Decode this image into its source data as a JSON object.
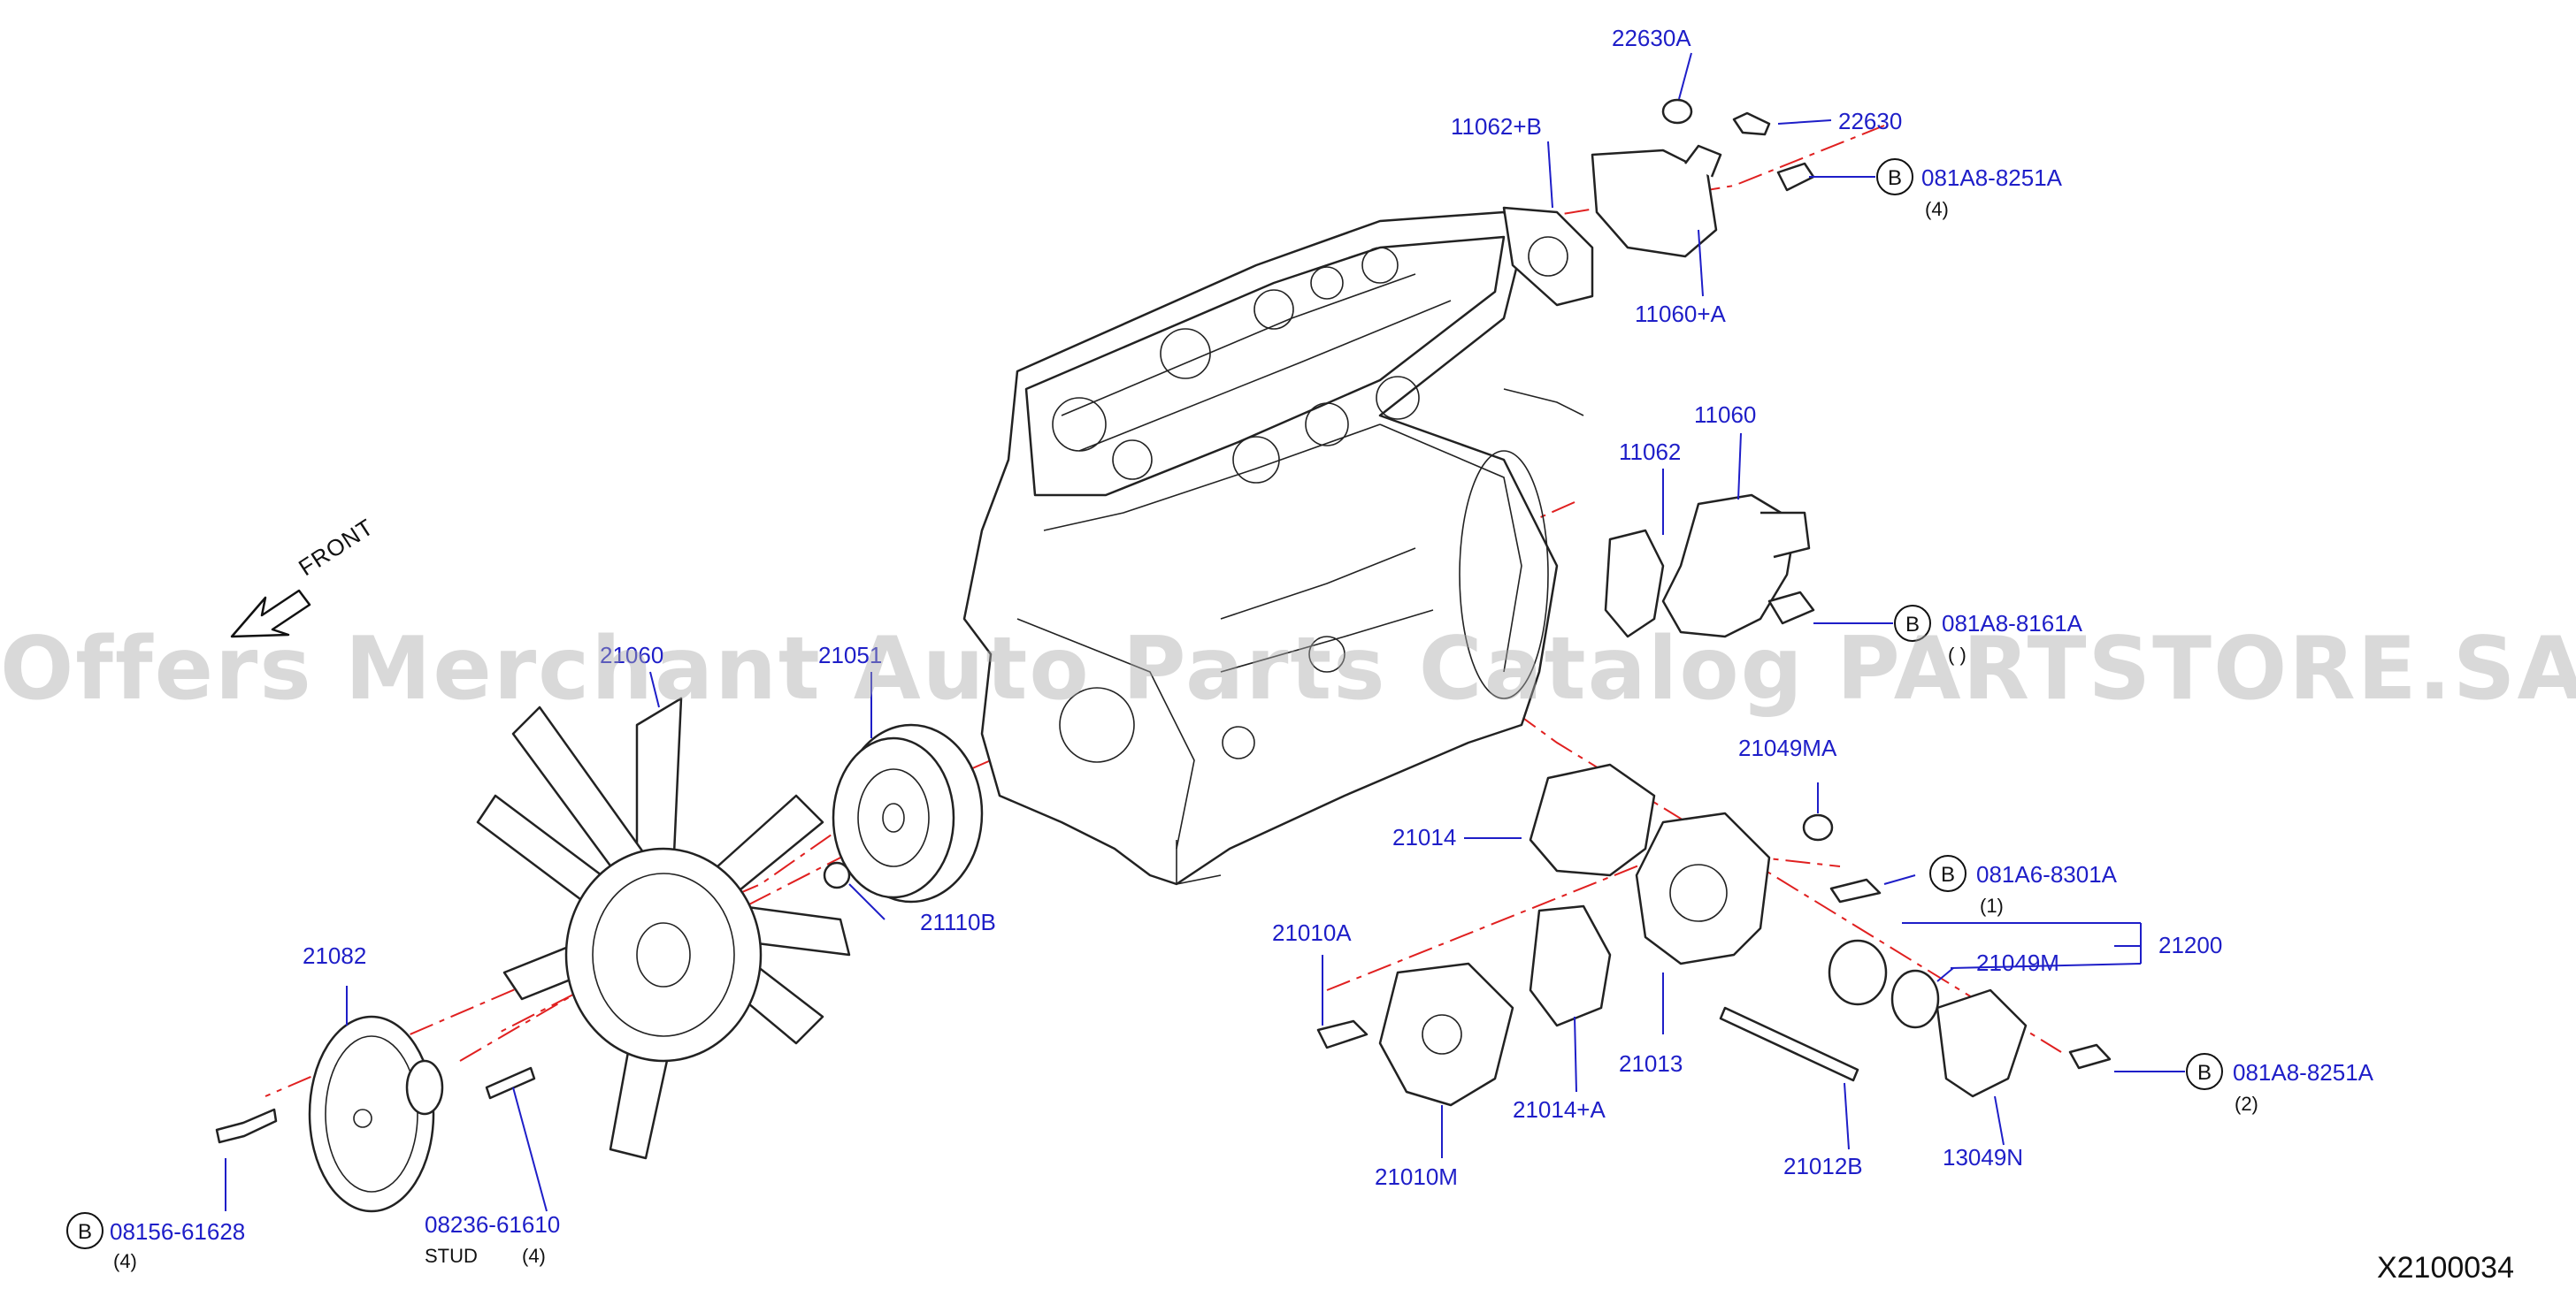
{
  "diagram": {
    "code": "X2100034",
    "watermark": "Offers Merchant Auto Parts Catalog PARTSTORE.SA",
    "front_label": "FRONT",
    "bolt_marker": "B",
    "stud_label": "STUD",
    "parts": {
      "p22630A": "22630A",
      "p22630": "22630",
      "p11062B": "11062+B",
      "p081A8_8251A_top": "081A8-8251A",
      "q081A8_8251A_top": "(4)",
      "p11060A": "11060+A",
      "p11060": "11060",
      "p11062": "11062",
      "p081A8_8161A": "081A8-8161A",
      "q081A8_8161A": "( )",
      "p21060": "21060",
      "p21051": "21051",
      "p21110B": "21110B",
      "p21049MA": "21049MA",
      "p21014": "21014",
      "p081A6_8301A": "081A6-8301A",
      "q081A6_8301A": "(1)",
      "p21200": "21200",
      "p21049M": "21049M",
      "p21010A": "21010A",
      "p21082": "21082",
      "p21013": "21013",
      "p081A8_8251A_bot": "081A8-8251A",
      "q081A8_8251A_bot": "(2)",
      "p21014A": "21014+A",
      "p21010M": "21010M",
      "p21012B": "21012B",
      "p13049N": "13049N",
      "p08156_61628": "08156-61628",
      "q08156_61628": "(4)",
      "p08236_61610": "08236-61610",
      "q08236_61610": "(4)"
    }
  }
}
